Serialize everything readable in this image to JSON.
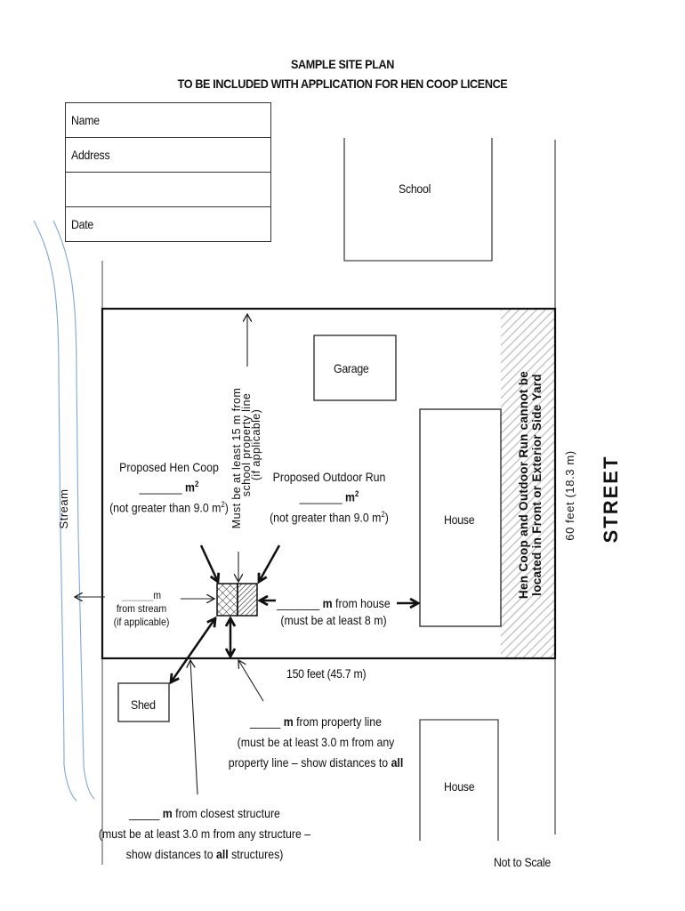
{
  "header": {
    "title_line1": "SAMPLE SITE PLAN",
    "title_line2": "TO BE INCLUDED WITH APPLICATION FOR HEN COOP LICENCE"
  },
  "info_fields": [
    {
      "label": "Name",
      "value": ""
    },
    {
      "label": "Address",
      "value": ""
    },
    {
      "label": "",
      "value": ""
    },
    {
      "label": "Date",
      "value": ""
    }
  ],
  "structures": {
    "school": "School",
    "garage": "Garage",
    "house_main": "House",
    "house_neighbor": "House",
    "shed": "Shed"
  },
  "labels": {
    "stream": "Stream",
    "street": "STREET",
    "lot_depth": "150 feet (45.7 m)",
    "lot_width": "60 feet (18.3 m)",
    "front_yard_note_line1": "Hen Coop and Outdoor Run cannot be",
    "front_yard_note_line2": "located in Front  or Exterior Side Yard",
    "school_note_line1": "Must be at least 15 m from",
    "school_note_line2": "school property line",
    "school_note_line3": "(if applicable)",
    "not_to_scale": "Not to Scale"
  },
  "hen_coop": {
    "title": "Proposed Hen Coop",
    "blank": "_______",
    "unit": "m",
    "sup": "2",
    "limit_prefix": "(not greater than 9.0 m",
    "limit_sup": "2",
    "limit_suffix": ")"
  },
  "outdoor_run": {
    "title": "Proposed Outdoor Run",
    "blank": "_______",
    "unit": "m",
    "sup": "2",
    "limit_prefix": "(not greater than 9.0 m",
    "limit_sup": "2",
    "limit_suffix": ")"
  },
  "distances": {
    "stream": {
      "blank": "______",
      "unit": "m",
      "line2": "from stream",
      "line3": "(if applicable)"
    },
    "house": {
      "blank": "_______",
      "unit": "m",
      "text": " from house",
      "note": "(must be at least 8 m)"
    },
    "property_line": {
      "blank": "_____",
      "unit": "m",
      "text": " from property line",
      "line2": "(must be at least 3.0 m from any",
      "line3_prefix": "property line – show distances to ",
      "line3_bold": "all"
    },
    "structure": {
      "blank": "_____",
      "unit": "m",
      "text": " from closest structure",
      "line2": "(must be at least 3.0 m from any structure –",
      "line3_prefix": "show distances to ",
      "line3_bold": "all",
      "line3_suffix": " structures)"
    }
  },
  "colors": {
    "stream": "#7fa7d6",
    "line": "#222222",
    "hatch": "#bdbdbd"
  }
}
